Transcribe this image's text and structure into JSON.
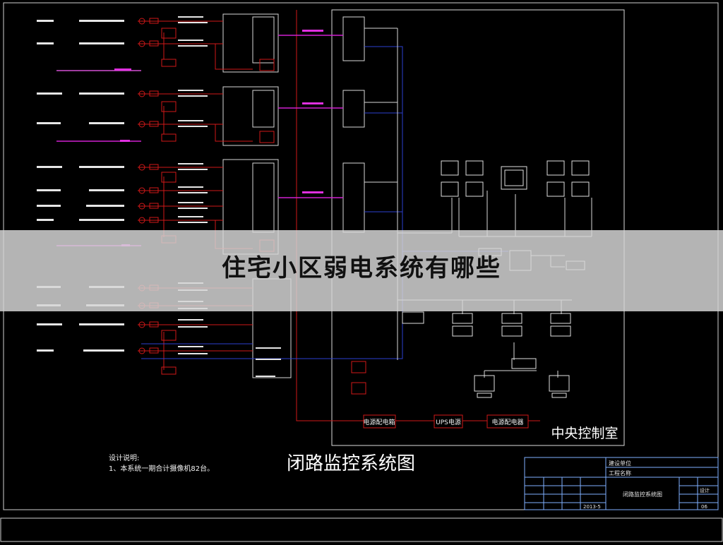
{
  "banner_title": "住宅小区弱电系统有哪些",
  "drawing_title": "闭路监控系统图",
  "control_room_label": "中央控制室",
  "design_notes": {
    "heading": "设计说明:",
    "line1": "1、本系统一期合计摄像机82台。"
  },
  "devices": {
    "power_supply": "电源配电箱",
    "ups": "UPS电源",
    "power_supply_2": "电源配电器"
  },
  "title_block": {
    "unit": "建设单位",
    "project": "工程名称",
    "drawing_name": "闭路监控系统图",
    "sheet_no": "06",
    "date": "2013-5",
    "design": "设计"
  },
  "colors": {
    "line_red": "#d01818",
    "line_blue": "#2c3fd0",
    "line_magenta": "#d020d0",
    "line_white": "#d8d8d8",
    "label_magenta": "#e030e0",
    "label_yellow": "#e8d040"
  }
}
